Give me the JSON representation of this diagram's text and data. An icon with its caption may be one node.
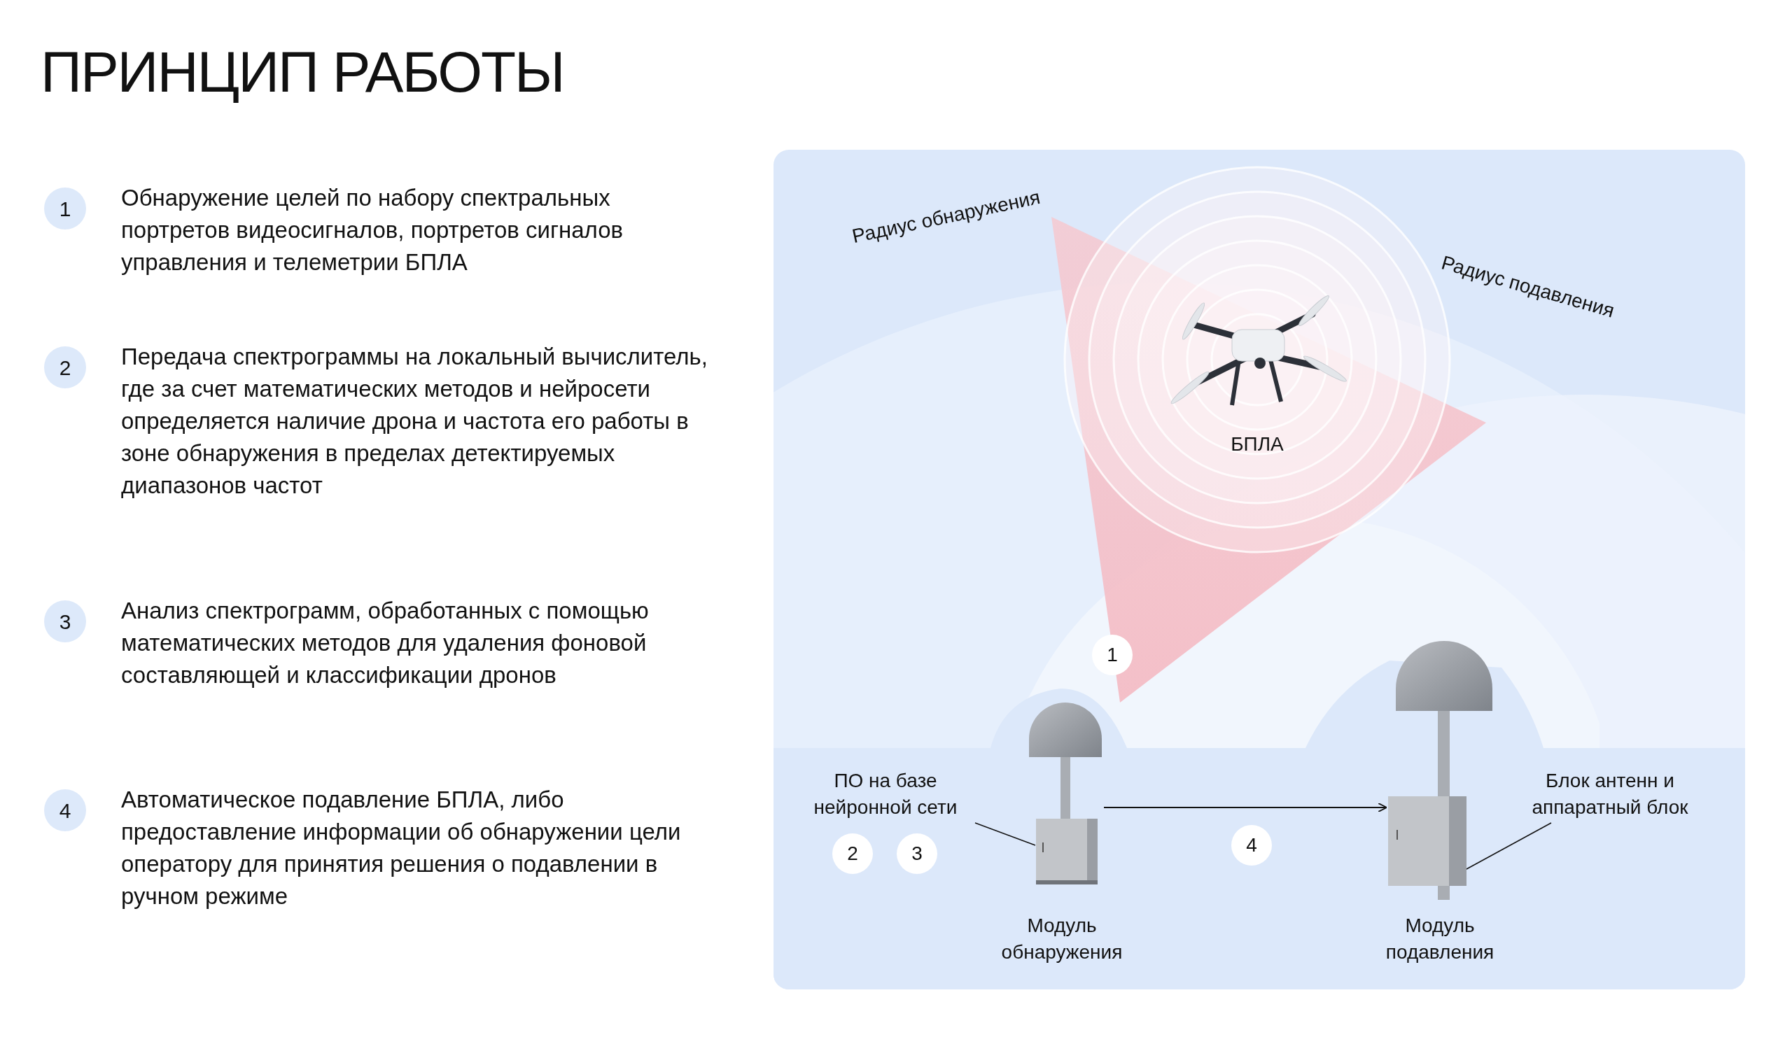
{
  "diagram": {
    "title": "ПРИНЦИП РАБОТЫ",
    "nodes": [
      {
        "text": [
          "ПО на базе нейронной сети"
        ]
      },
      {
        "text": [],
        "shape": "picture",
        "beside": [
          "Модуль обнаружения"
        ]
      },
      {
        "text": [],
        "shape": "picture",
        "beside": [
          "Модуль подавления"
        ]
      },
      {
        "text": [
          "Блок антенн и аппаратный блок"
        ]
      },
      {
        "text": [],
        "shape": "picture",
        "beside": [
          "БПЛА"
        ]
      }
    ],
    "edges": [
      {
        "from": 0,
        "to": 1,
        "arrow": "none"
      },
      {
        "from": 3,
        "to": 2,
        "arrow": "none"
      },
      {
        "from": 1,
        "to": 2,
        "arrow": "to"
      }
    ],
    "labels": [
      "1",
      "Обнаружение целей по набору спектральных портретов видеосигналов, портретов сигналов управления и телеметрии БПЛА",
      "2",
      "Передача спектрограммы на локальный вычислитель, где за счет математических методов и нейросети определяется наличие дрона и частота его работы в зоне обнаружения в пределах детектируемых диапазонов частот",
      "3",
      "Анализ спектрограмм, обработанных с помощью математических методов для удаления фоновой составляющей и классификации дронов",
      "4",
      "Автоматическое подавление БПЛА, либо предоставление информации об обнаружении цели оператору для принятия решения о подавлении в ручном режиме",
      "Радиус обнаружения",
      "Радиус подавления",
      "1",
      "2",
      "3",
      "4"
    ]
  }
}
